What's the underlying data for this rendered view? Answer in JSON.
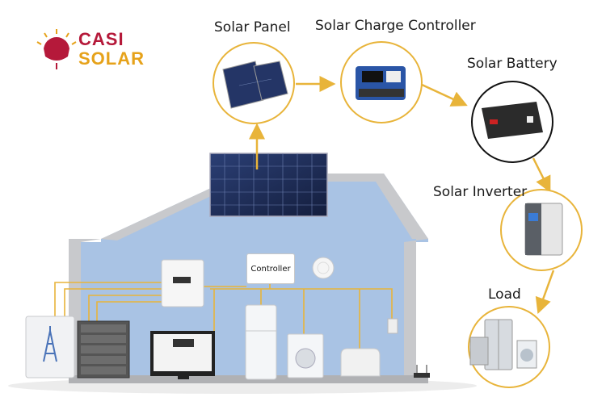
{
  "brand": {
    "line1": "CASI",
    "line2": "SOLAR"
  },
  "nodes": {
    "solar_panel": "Solar Panel",
    "charge_controller": "Solar Charge Controller",
    "battery": "Solar Battery",
    "inverter": "Solar Inverter",
    "load": "Load"
  },
  "house": {
    "controller_label": "Controller"
  },
  "colors": {
    "accent": "#e8b43a",
    "house_wall": "#a9c3e4",
    "house_roof": "#b9babd",
    "brand_red": "#b5193a",
    "brand_gold": "#e6a21a"
  }
}
